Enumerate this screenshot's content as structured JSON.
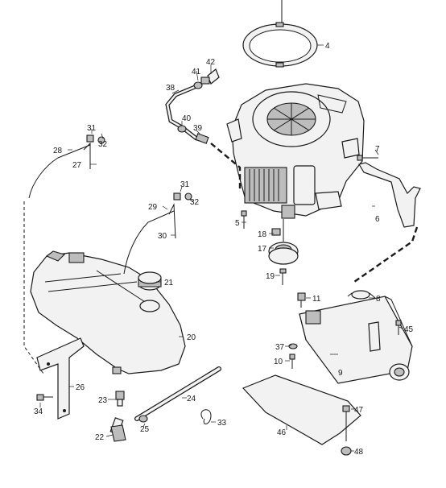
{
  "labels": {
    "p4": "4",
    "p5": "5",
    "p6": "6",
    "p7": "7",
    "p8": "8",
    "p9": "9",
    "p10": "10",
    "p11": "11",
    "p17": "17",
    "p18": "18",
    "p19": "19",
    "p20": "20",
    "p21": "21",
    "p22": "22",
    "p23": "23",
    "p24": "24",
    "p25": "25",
    "p26": "26",
    "p27": "27",
    "p28": "28",
    "p29": "29",
    "p30": "30",
    "p31a": "31",
    "p31b": "31",
    "p32a": "32",
    "p32b": "32",
    "p33": "33",
    "p34": "34",
    "p37": "37",
    "p38": "38",
    "p39": "39",
    "p40": "40",
    "p41": "41",
    "p42": "42",
    "p45": "45",
    "p46": "46",
    "p47": "47",
    "p48": "48"
  },
  "colors": {
    "line": "#1a1a1a",
    "fill_light": "#f2f2f2",
    "fill_dark": "#bdbdbd",
    "background": "#ffffff"
  }
}
